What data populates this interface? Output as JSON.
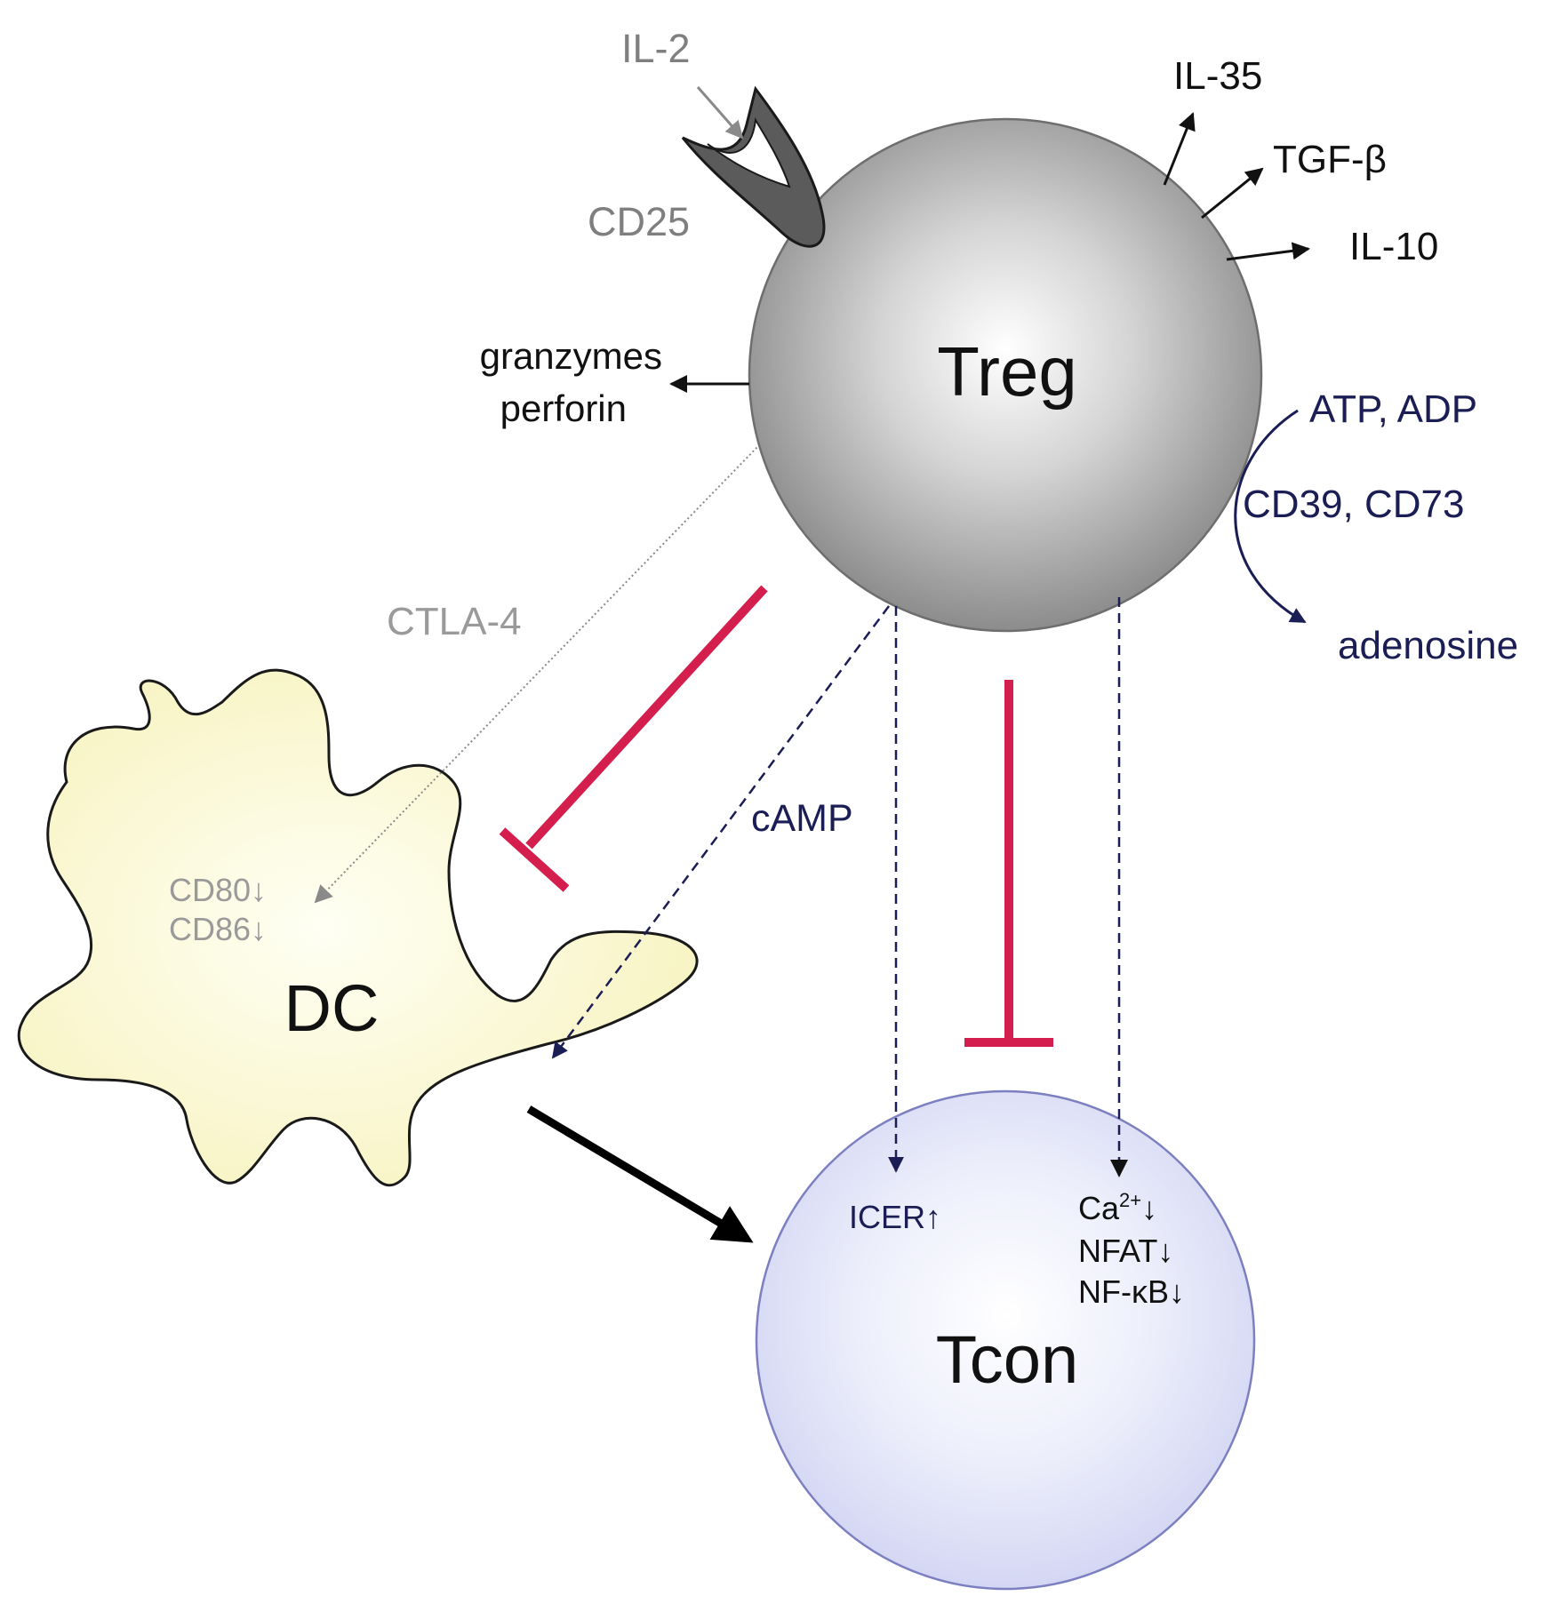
{
  "cells": {
    "treg": "Treg",
    "dc": "DC",
    "tcon": "Tcon"
  },
  "labels": {
    "il2": "IL-2",
    "cd25": "CD25",
    "il35": "IL-35",
    "tgfb": "TGF-β",
    "il10": "IL-10",
    "granzymes": "granzymes",
    "perforin": "perforin",
    "atp_adp": "ATP, ADP",
    "cd39_cd73": "CD39, CD73",
    "adenosine": "adenosine",
    "ctla4": "CTLA-4",
    "camp": "cAMP",
    "cd80": "CD80↓",
    "cd86": "CD86↓",
    "icer": "ICER↑",
    "ca_base": "Ca",
    "ca_sup": "2+",
    "ca_arrow": "↓",
    "nfat": "NFAT↓",
    "nfkb": "NF-κB↓"
  },
  "colors": {
    "treg_fill": "#a9a9a9",
    "dc_fill": "#fbf8cf",
    "tcon_fill": "#d9dbf5",
    "inhibit": "#d41f4e",
    "navy": "#1b1d55",
    "gray_text": "#7f7f7f"
  }
}
